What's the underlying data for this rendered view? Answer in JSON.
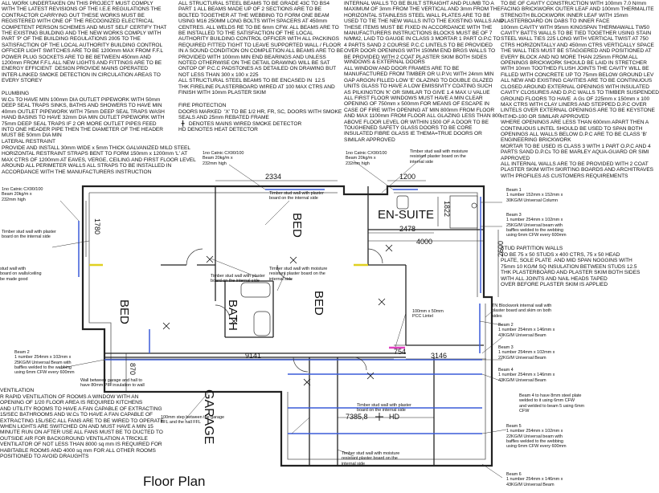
{
  "notes": {
    "col1": "ALL WORK UNDERTAKEN ON THIS PROJECT MUST COMPLY\nWITH THE LATEST REVISIONS OF THE I.E.E REGULATIONS THE\nCONTRACTOR CARRYING OUT THESE WORKS MUST BE\nREGISTERED WITH ONE OF THE RECOGNIZED ELECTRICAL\nCOMPETENT PERSON SCHEMES AND MUST SELF CERTIFY THAT\nTHE EXISTING BUILDING AND THE NEW WORKS COMPLY WITH\nPART 'P' OF THE BUILDING REGULATIONS 2005 TO THE\nSATISFACTION OF THE LOCAL AUTHORITY BUILDING CONTROL\nOFFICER LIGHT SWITCHES ARE TO BE 1200mm MAX FROM F.F.L\nPOWER PLUG SOCKETS ARE TO BE BETWEEN 450mm AND\n1200mm FROM F.F.L ALL NEW LIGHTS AND FITTINGS ARE TO BE\nENERGY EFFICIENT  DESIGN PROVIDE MAINS OPERATED\nINTER-LINKED SMOKE DETECTION IN CIRCULATION AREAS TO\nEVERY STOREY",
    "plumbing_head": "PLUMBING",
    "plumbing": "W.Cs TO HAVE MIN 100mm DIA OUTLET PIPEWORK WITH 50mm\nDEEP SEAL TRAPS SINKS, BATHS AND SHOWERS TO HAVE MIN\n40mm OUTLET PIPEWORK WITH 75mm DEEP SEAL TRAPS WASH\nHAND BASINS TO HAVE 32mm DIA MIN OUTLET PIPEWORK WITH\n75mm DEEP SEAL TRAPS IF 2 OR MORE OUTLET PIPES FEED\nINTO ONE HEADER PIPE THEN THE DIAMETER OF THE HEADER\nMUST BE 50mm DIA MIN",
    "restraint_head": "LATERAL RESTRAINT",
    "restraint": "PROVIDE AND INSTALL 30mm WIDE x 5mm THICK GALVANIZED MILD STEEL\nHORIZONTAL RESTRAINT STRAPS BENT TO FORM 150mm x 1200mm 'L' AT\nMAX CTRS OF 1200mm AT EAVES, VERGE, CEILING AND FIRST FLOOR LEVEL\nAROUND ALL PERIMETER WALLS ALL STRAPS TO BE INSTALLED IN\nACCORDANCE WITH THE MANUFACTURERS INSTRUCTION",
    "col2": "ALL STRUCTURAL STEEL BEAMS TO BE GRADE 43C TO BS4\nPART 1 ALL BEAMS MADE UP OF 2 SECTIONS ARE TO BE\nBOLTED TOGETHER AT THE WEBBING TO FORM ONE BEAM\nUSING M16 250MM LONG BOLTS WITH SPACERS AT 450mm\nCENTRES. ALL WELDS RE TO BE 6mm CFW. ALL BEAMS ARE TO\nBE INSTALLED TO THE SATISFACTION OF THE LOCAL\nAUTHORITY BUILDING CONTROL OFFICER WITH ALL PACKINGS\nREQUIRED FITTED TIGHT TO LEAVE SUPPORTED WALL / FLOOR\nIN A SOUND CONDITION ON COMPLETION ALL BEAMS ARE TO BE\nPROVIDED WITH 100mm MIN END BEARINGS AND UNLESS\nNOTED OTHERWISE ON THE DETAIL DRAWING WILL BE SAT\nONTOP OF P.C.C PADSTONES AS DETAILED ON DRAWING BUT\nNOT LESS THAN 300 x 100 x 225\nALL STRUCTURAL STEEL BEAMS TO BE ENCASED IN  12.5\nTHK FIRELINE PLASTERBOARD WIRED AT 100 MAX CTRS AND\nFINISH WITH 10mm PLASTER SKIM",
    "fire_head": "FIRE PROTECTION",
    "fire": "DOORS MARKED  'X' TO BE 1/2 HR, FR, SC, DOORS WITH SMOKE\nSEALS AND 25mm REBATED FRAME\n  ╋   DENOTES MAINS WIRED SMOKE DETECTOR\nHD DENOTES HEAT DETECTOR",
    "col3": "INTERNAL WALLS TO BE BUILT STRAIGHT AND PLUMB TO A\nMAXIMUM OF 3mm FROM THE VERTICAL AND 3mm FROM THE\nHORIZONTAL STAINLESS STEEL WALL PLATES ARE TO BE\nUSED TO TIE THE NEW WALLS INTO THE EXISTING WALLS AND\nTHESE ITEMS MUST BE FIXED IN ACCORDANCE WITH THE\nMANUFACTURERS INSTRUCTIONS BLOCKS MUST BE OF 7\nN/MM2, LAID TO GAUGE IN CLASS 3 MORTAR 1 PART O.P.C TO\n4 PARTS SAND 2 COURSE P.C.C LINTELS TO BE PROVIDED\nOVER DOOR OPENINGS WITH 150MM END BRGS WALLS TO\nBE PROVIDED WITH 2 COAT PLASTER SKIM BOTH SIDES",
    "windows_head": "WINDOWS & EXTERNAL DOORS",
    "windows": "ALL WINDOW AND DOOR FRAMES ARE TO BE\nMANUFACTURED FROM TIMBER OR U.P.Vc WITH 24mm MIN\nGAP ARGON FILLED LOW 'E' GLAZING TO DOUBLE GLAZED\nUNITS GLASS TO HAVE A LOW EMISSIVITY COATING SUCH\nAS PILKINGTON 'K' OR SIMILAR TO GIVE 1.4 MAX U VALUE\nALL FIRST FLOOR WINDOWS MUST HAVE A MIN CLEAR\nOPENING OF 750mm x 500mm FOR MEANS OF ESCAPE IN\nCASE OF FIRE WITH OPENING AT MIN 800mm FROM FLOOR\nAND MAX 1100mm FROM FLOOR ALL GLAZING LESS THAN 800\nABOVE FLOOR LEVEL OR WITHIN 1500 OF A DOOR TO BE\nTOUGHENED SAFETY GLASS DOORS TO BE CORE\nINSULATED FIBRE GLASS IE THEMA=TRUE DOORS OR\nSIMILAR APPROVED",
    "col4": "TO BE OF CAVITY CONSTRUCTION WITH 100mm 7.0 N/mm\nFACING BRICKWORK OUTER LEAF AND 100mm THERMALITE\nSTRENGTH BLOCKWORK INNER LEAF WITH 15mm\nPLASTERBOARD ON DABS TO INNER FACE\n100mm CAVITY WITH 95mm KINGSPAN THERMAWALL TW50\nCAVITY BATTS WALLS TO BE TIED TOGETHER USING STAIN\nSTEEL WALL TIES 225 LONG WITH VERTICAL TWIST AT 750\nCTRS HORIZONTALLY AND 450mm CTRS VERTICALLY SPACE\nTHE WALL TIES MUST BE STAGGERED AND POSITIONED AT\nEVERY BLOCK AND NO MORE THAN 225mm FROM ALL\nOPENINGS BRICKWORK SHOULD BE LAID IN STRETCHER\nWITH 10mm TOOTHED FLUSH JOINTS THE CAVITY WILL BE\nFILLED WITH CONCRETE UP TO 75mm BELOW GROUND LEV\nALL NEW AND EXISTING CAVITIES ARE TO BE CONTINUOUS\nCLOSED AROUND EXTERNAL OPENINGS WITH INSULATED\nCAVITY CLOSURES AND D.P.C WALLS TO TIMBER SUSPENDED\nGROUND FLOORS TO HAVE  A Gs OF 225mm x 150mm x 100\nMAX CTRS WITH CLAY LINERS AND STEPPED D.P.C OVER\nLINTELS OVER EXTERNAL OPENINGS ARE TO BE KEYSTONE\nHT/HD-100 OR SIMILAR APPROVED\nWHERE OPENINGS ARE LESS THAN 600mm APART THEN A\nCONTINUOUS LINTEL SHOULD BE USED TO SPAN BOTH\nOPENINGS ALL WALLS BELOW D.P.C ARE TO BE CLASS 'B'\nENGINEERING BRICKWORK\nMORTAR TO BE USED IS CLASS 3 WITH 1 PART O.P.C AND 4\nPARTS SAND D.P.Cs TO BE MARLEY AQUA-GUARD OR SIMI\nAPPROVED\nALL INTERNAL WALLS ARE TO BE PROVIDED WITH 2 COAT\nPLASTER SKIM WITH SKIRTING BOARDS AND ARCHITRAVES\nWITH PROFILES AS CUSTOMERS REQUIREMENTS",
    "studs_head": "STUD PARTITION WALLS",
    "studs": "TO BE 75 x 50 STUDS x 400 CTRS, 75 x 50 HEAD\nPLATE, SOLE PLATE  AND MID SPAN NOGGINS WITH\n75mm 10 KG/M SQ INSULATION BETWEEN STUDS 12.5\nTHK PLASTERBOARD AND PLASTER SKIM BOTH SIDES\nWITH ALL JOINTS AND NAIL HEADS TAPED\nOVER BEFORE PLASTER SKIM IS APPLIED",
    "vent_head": "VENTILATION",
    "vent": "R RAPID VENTILATION OF ROOMS A WINDOW WITH AN\nOPENING OF 1/20 FLOOR AREA IS REQUIRED KITCHENS\nAND UTILITY ROOMS TO HAVE A FAN CAPABLE OF EXTRACTING\n15/SEC BATHROOMS AND W.Cs TO HAVE A FAN CAPABLE OF\nEXTRACTING 15L/SEC ALL FANS ARE TO BE WIRED TO OPERATE\nWHEN LIGHTS ARE SWITCHED ON AND MUST HAVE A MIN 15\nMINUTE RUN ON AFTER USE ALL FANS MUST BE TO DUCTED TO\nOUTSIDE AIR FOR BACKGROUND VENTILATION A TRICKLE\nVENTILATOR OF NOT LESS THAN 8000 sq mm IS REQUIRED FOR\nHABITABLE ROOMS AND 4000 sq mm FOR ALL OTHER ROOMS\nPOSITIONED TO AVOID DRAUGHTS"
  },
  "rooms": {
    "bed_right": "BED",
    "ensuite": "EN-SUITE",
    "bed_left": "BED",
    "bath": "BATH",
    "bed_mid": "BED",
    "garage": "GARAGE"
  },
  "dims": {
    "top_mid": "2334",
    "top_right": "1200",
    "left_side": "1780",
    "ensuite_v": "1822",
    "ensuite_h": "2478",
    "span_4000": "4000",
    "right_2600": "2600",
    "span_9141": "9141",
    "d754": "754",
    "d3146": "3146",
    "d870": "870",
    "d7385": "7385,8",
    "hd": "HD"
  },
  "callouts": {
    "lintel_top_left": "1no Catnic CX90/100\nBeam 20kg/m x\n232mm high",
    "lintel_top_mid": "1no Catnic CX90/100\nBeam 20kg/m x\n232mm high",
    "stud_top": "Timber stud wall with moisture\nresistant plaster board on the\ninternal side",
    "lintel_left": "1no Catnic CX90/100\nBeam 20kg/m x\n232mm high",
    "stud_bed": "Timber stud wall with plaster\nboard on the internal side",
    "stud_left": "Timber stud wall with plaster\nboard on the internal side",
    "left_frag": "stud wall with\nboard on walls/ceiling\nbe made good",
    "beam1": "Beam 1\n1 number 152mm x 152mm x\n30KG/M Universal Column",
    "beam3": "Beam 3\n1 number 254mm x 102mm x\n25KG/M Universal beam with\nbaffles welded to the webbing\nusing 6mm CFW every 600mm",
    "stud_mid": "Timber stud wall with plaster\nboard on the internal side",
    "stud_bath": "Timber stud wall with moisture\nresistant plaster board on the\ninternal side",
    "pcc": "100mm x 50mm\nPCC Lintel",
    "tn_block": "TN Blockwork internal wall with\nplaster board and skim on both\nsides",
    "beam2": "Beam 2\n1 number 254mm x 102mm x\n25KG/M Universal Beam with\nbaffles welded to the webbing\nusing 6mm CFW every 600mm",
    "beam_r2": "Beam 2\n1 number 254mm x 146mm x\n43KG/M Universal Beam",
    "beam_r3": "Beam 3\n1 number 254mm x 102mm x\n22KG/M Universal Beam",
    "beam_r4": "Beam 4\n1 number 254mm x 146mm x\n43KG/M Universal Beam",
    "beam4_note": "Beam 4 to have 8mm steel plate\nwelded to it using 6mm CFW\nand welded to beam 5 using 6mm\nCFW",
    "garage_wall": "Wall between garage and hall to\nhave 80mm PIR insulation to wall",
    "step": "100mm step between the garage\nFFL and the hall FFL",
    "stud_garage": "Timber stud wall with plaster\nboard on the internal side",
    "stud_bottom": "Timber stud wall with moisture\nresistant plaster board on the\ninternal side",
    "beam5": "Beam 5\n1 number 254mm x 102mm x\n22KG/M Universal beam with\nbaffles welded to the webbing\nusing 6mm CFW every 600mm",
    "beam6": "Beam 6\n1 number 254mm x 146mm x\n43KG/M Universal Beam"
  },
  "caption": "Floor Plan"
}
